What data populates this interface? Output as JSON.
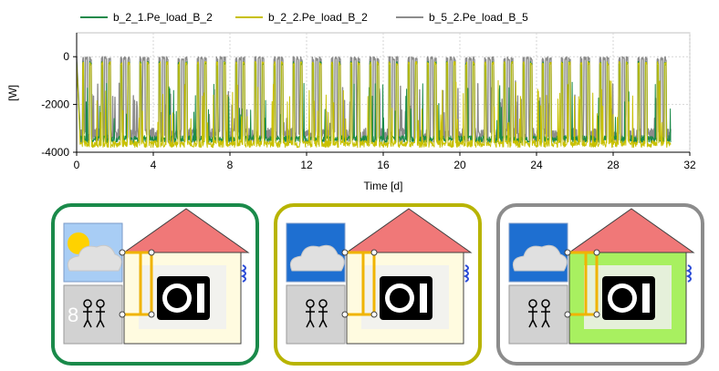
{
  "chart_data": {
    "type": "line",
    "xlabel": "Time [d]",
    "ylabel": "[W]",
    "xlim": [
      0,
      32
    ],
    "ylim": [
      -4000,
      1000
    ],
    "x_ticks": [
      "0",
      "4",
      "8",
      "12",
      "16",
      "20",
      "24",
      "28",
      "32"
    ],
    "x_tick_values": [
      0,
      4,
      8,
      12,
      16,
      20,
      24,
      28,
      32
    ],
    "y_ticks": [
      "0",
      "-2000",
      "-4000"
    ],
    "y_tick_values": [
      0,
      -2000,
      -4000
    ],
    "grid": true,
    "legend_position": "top",
    "x_range_of_data": [
      0,
      31
    ],
    "series": [
      {
        "name": "b_2_1.Pe_load_B_2",
        "color": "#1a8a4a",
        "baseline_range": [
          -3300,
          -3600
        ],
        "peak_value": -200
      },
      {
        "name": "b_2_2.Pe_load_B_2",
        "color": "#c8c000",
        "baseline_range": [
          -3500,
          -3800
        ],
        "peak_value": -200
      },
      {
        "name": "b_5_2.Pe_load_B_5",
        "color": "#8c8c8c",
        "baseline_range": [
          -3000,
          -3600
        ],
        "peak_value": 0
      }
    ]
  },
  "icons": [
    {
      "frame_color": "#1a8a4a",
      "sky_color": "#a8cdf5",
      "has_sun": true,
      "sun_color": "#ffd200",
      "room_color": "#fffbe0",
      "occupancy_label": "8"
    },
    {
      "frame_color": "#b8b400",
      "sky_color": "#1e6fd1",
      "has_sun": false,
      "room_color": "#fffbe0",
      "occupancy_label": ""
    },
    {
      "frame_color": "#8c8c8c",
      "sky_color": "#1e6fd1",
      "has_sun": false,
      "room_color": "#a8f060",
      "occupancy_label": ""
    }
  ]
}
